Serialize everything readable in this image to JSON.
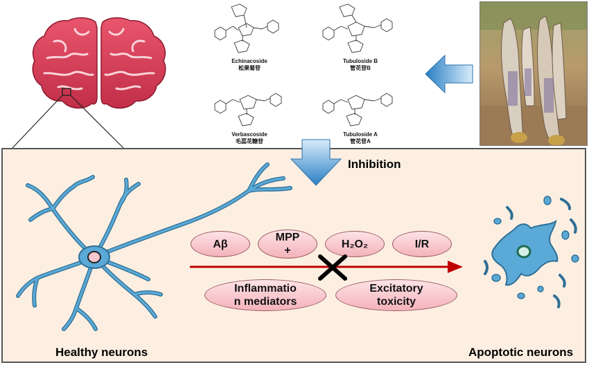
{
  "compounds": [
    {
      "name": "Echinacoside",
      "cn": "松果菊苷"
    },
    {
      "name": "Tubuloside B",
      "cn": "管花苷B"
    },
    {
      "name": "Verbascoside",
      "cn": "毛蕊花糖苷"
    },
    {
      "name": "Tubuloside A",
      "cn": "管花苷A"
    }
  ],
  "inhibition_label": "Inhibition",
  "factors": [
    {
      "label": "Aβ"
    },
    {
      "label": "MPP\n+"
    },
    {
      "label": "H₂O₂"
    },
    {
      "label": "I/R"
    },
    {
      "label": "Inflammatio\nn mediators"
    },
    {
      "label": "Excitatory\ntoxicity"
    }
  ],
  "healthy_label": "Healthy neurons",
  "apoptotic_label": "Apoptotic neurons",
  "colors": {
    "brain": "#d63c55",
    "neuron": "#5aa9d6",
    "neuron_outline": "#2f6f95",
    "arrow_red": "#c00000",
    "panel_bg": "#fcefe2",
    "pill": "#f6c5cb",
    "blue_arrow": "#3d8fd0"
  }
}
